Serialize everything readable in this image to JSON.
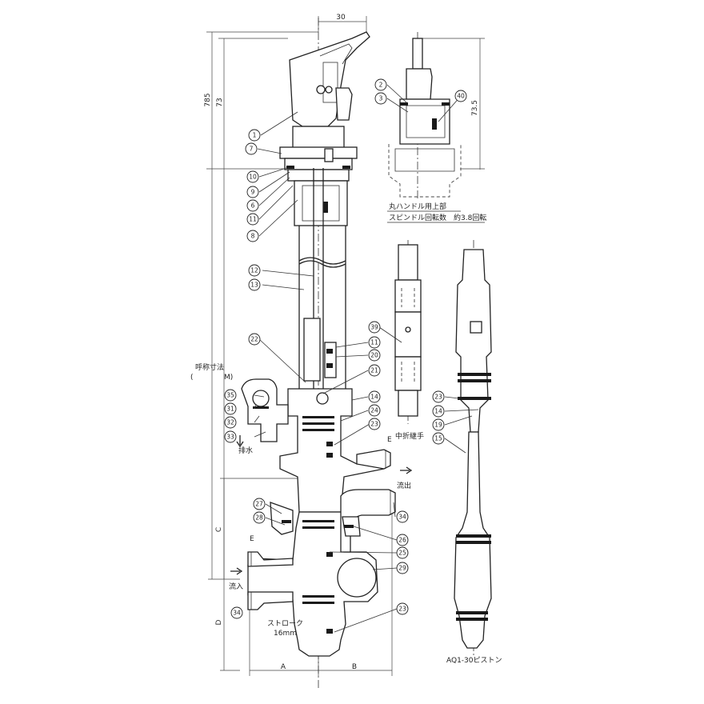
{
  "dimensions": {
    "d30": "30",
    "d785": "785",
    "d73": "73",
    "d735": "73.5",
    "nominal": "呼称寸法",
    "nominal_m_open": "(",
    "nominal_m": "M)",
    "C": "C",
    "D": "D",
    "A": "A",
    "B": "B",
    "E1": "E",
    "E2": "E"
  },
  "labels": {
    "round_handle_line1": "丸ハンドル用上部",
    "round_handle_line2": "スピンドル回転数　約3.8回転",
    "middle_joint": "中折継手",
    "piston": "AQ1-30ピストン",
    "drain": "排水",
    "outflow": "流出",
    "inflow": "流入",
    "stroke_line1": "ストローク",
    "stroke_line2": "16mm"
  },
  "callouts": [
    {
      "n": "1"
    },
    {
      "n": "7"
    },
    {
      "n": "10"
    },
    {
      "n": "9"
    },
    {
      "n": "6"
    },
    {
      "n": "11"
    },
    {
      "n": "8"
    },
    {
      "n": "12"
    },
    {
      "n": "13"
    },
    {
      "n": "22"
    },
    {
      "n": "35"
    },
    {
      "n": "31"
    },
    {
      "n": "32"
    },
    {
      "n": "33"
    },
    {
      "n": "11"
    },
    {
      "n": "20"
    },
    {
      "n": "21"
    },
    {
      "n": "14"
    },
    {
      "n": "24"
    },
    {
      "n": "23"
    },
    {
      "n": "27"
    },
    {
      "n": "28"
    },
    {
      "n": "34"
    },
    {
      "n": "26"
    },
    {
      "n": "25"
    },
    {
      "n": "29"
    },
    {
      "n": "23"
    },
    {
      "n": "34"
    },
    {
      "n": "2"
    },
    {
      "n": "3"
    },
    {
      "n": "40"
    },
    {
      "n": "39"
    },
    {
      "n": "23"
    },
    {
      "n": "14"
    },
    {
      "n": "19"
    },
    {
      "n": "15"
    }
  ]
}
